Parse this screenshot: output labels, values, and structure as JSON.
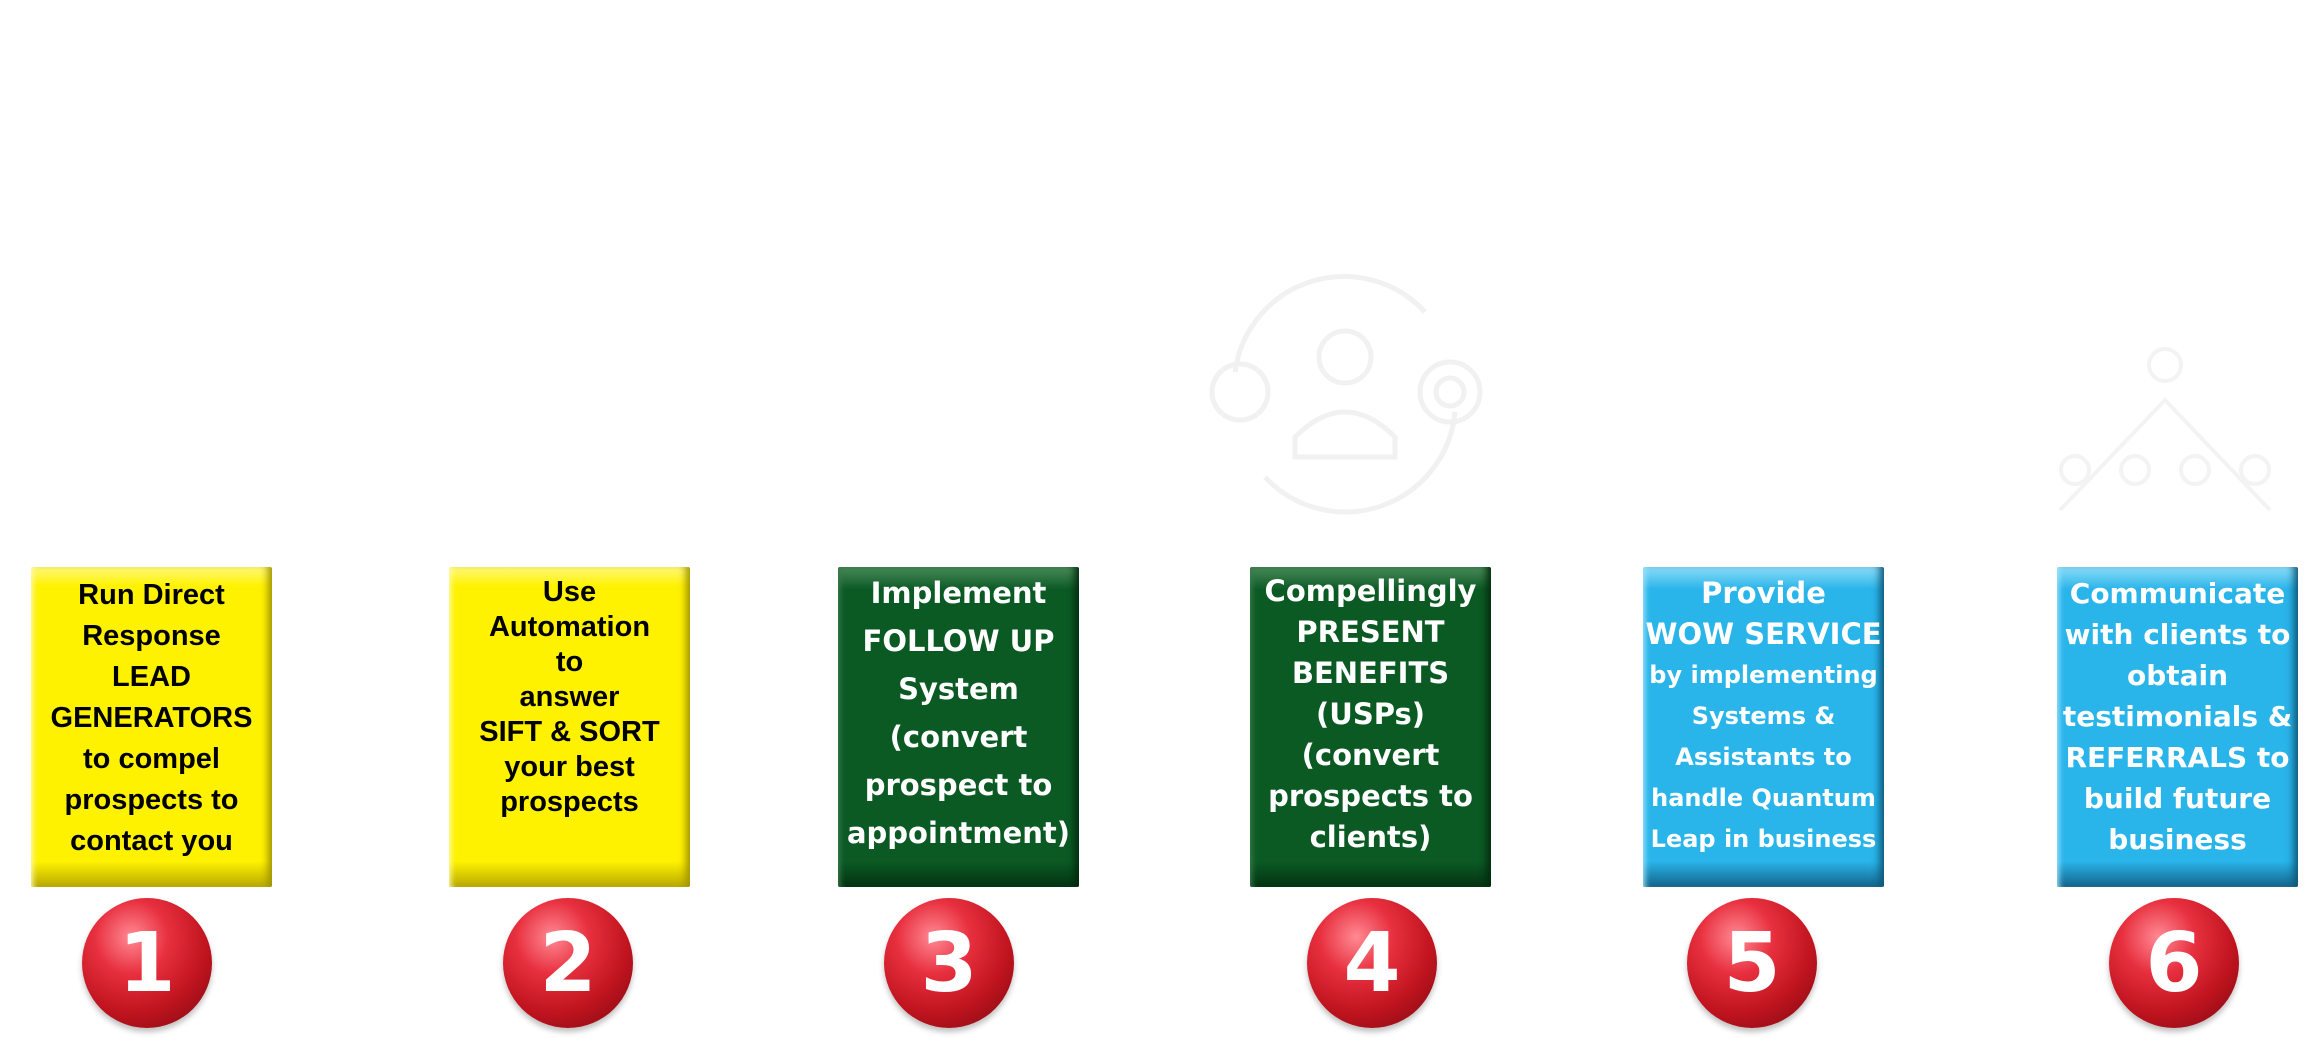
{
  "steps": [
    {
      "number": "1",
      "color": "yellow",
      "lines": [
        "Run Direct",
        "Response",
        "LEAD",
        "GENERATORS",
        "to compel",
        "prospects to",
        "contact you"
      ]
    },
    {
      "number": "2",
      "color": "yellow",
      "lines": [
        "Use",
        "Automation",
        "to",
        "answer",
        "SIFT & SORT",
        "your best",
        "prospects"
      ]
    },
    {
      "number": "3",
      "color": "green",
      "lines": [
        "Implement",
        "FOLLOW UP",
        "System",
        "(convert",
        "prospect to",
        "appointment)"
      ]
    },
    {
      "number": "4",
      "color": "green",
      "lines": [
        "Compellingly",
        "PRESENT",
        "BENEFITS",
        "(USPs)",
        "(convert",
        "prospects to",
        "clients)"
      ]
    },
    {
      "number": "5",
      "color": "blue",
      "lines": [
        "Provide",
        "WOW SERVICE",
        "by implementing",
        "Systems &",
        "Assistants to",
        "handle Quantum",
        "Leap in business"
      ]
    },
    {
      "number": "6",
      "color": "blue",
      "lines": [
        "Communicate",
        "with clients to",
        "obtain",
        "testimonials &",
        "REFERRALS to",
        "build future",
        "business"
      ]
    }
  ],
  "icons": [
    "customer-cycle-icon",
    "referral-network-icon"
  ],
  "colors": {
    "yellow": "#fff200",
    "green": "#0b5a24",
    "blue": "#29b4ea",
    "badge": "#d41e2c"
  }
}
